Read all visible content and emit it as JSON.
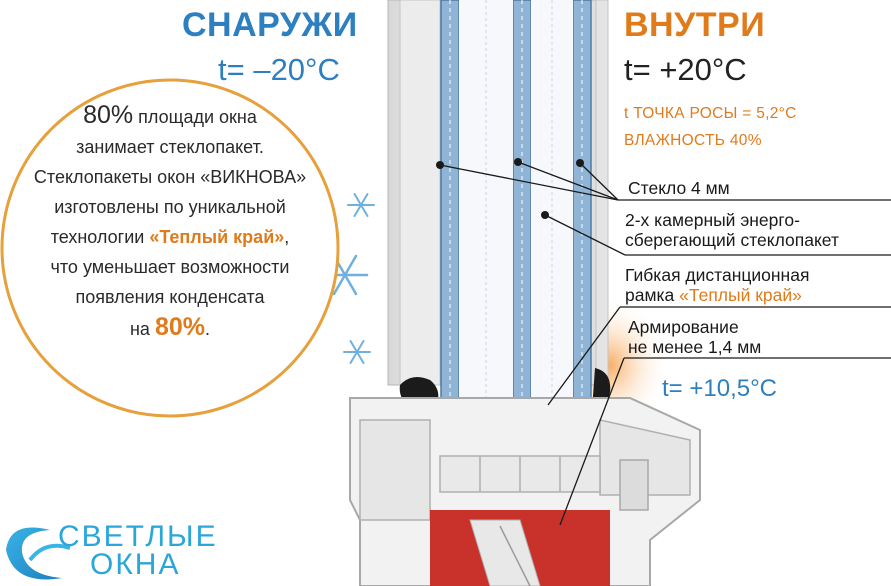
{
  "outside": {
    "title": "СНАРУЖИ",
    "temp": "t= –20°C"
  },
  "inside": {
    "title": "ВНУТРИ",
    "temp": "t= +20°C",
    "dew_point": "t ТОЧКА РОСЫ = 5,2°C",
    "humidity": "ВЛАЖНОСТЬ 40%"
  },
  "labels": {
    "glass": "Стекло 4 мм",
    "unit_line1": "2-х камерный энерго-",
    "unit_line2": "сберегающий стеклопакет",
    "spacer_line1": "Гибкая дистанционная",
    "spacer_line2_prefix": "рамка ",
    "spacer_line2_highlight": "«Теплый край»",
    "reinforce_line1": "Армирование",
    "reinforce_line2": "не менее 1,4 мм"
  },
  "edge_temp": "t= +10,5°C",
  "bubble": {
    "l1_big": "80%",
    "l1_rest": " площади окна",
    "l2": "занимает стеклопакет.",
    "l3": "Стеклопакеты окон «ВИКНОВА»",
    "l4": "изготовлены по уникальной",
    "l5_prefix": "технологии ",
    "l5_highlight": "«Теплый край»",
    "l5_suffix": ",",
    "l6": "что уменьшает возможности",
    "l7": "появления конденсата",
    "l8_prefix": "на ",
    "l8_highlight": "80%",
    "l8_suffix": "."
  },
  "logo": {
    "line1": "СВЕТЛЫЕ",
    "line2": "ОКНА"
  },
  "colors": {
    "outside_blue": "#2e7fc0",
    "inside_orange": "#e07b1c",
    "glass_blue": "#8fb4d6",
    "reinforcement_red": "#c8322a",
    "spacer_orange": "#f0a020",
    "logo_blue": "#2aa6d9"
  }
}
